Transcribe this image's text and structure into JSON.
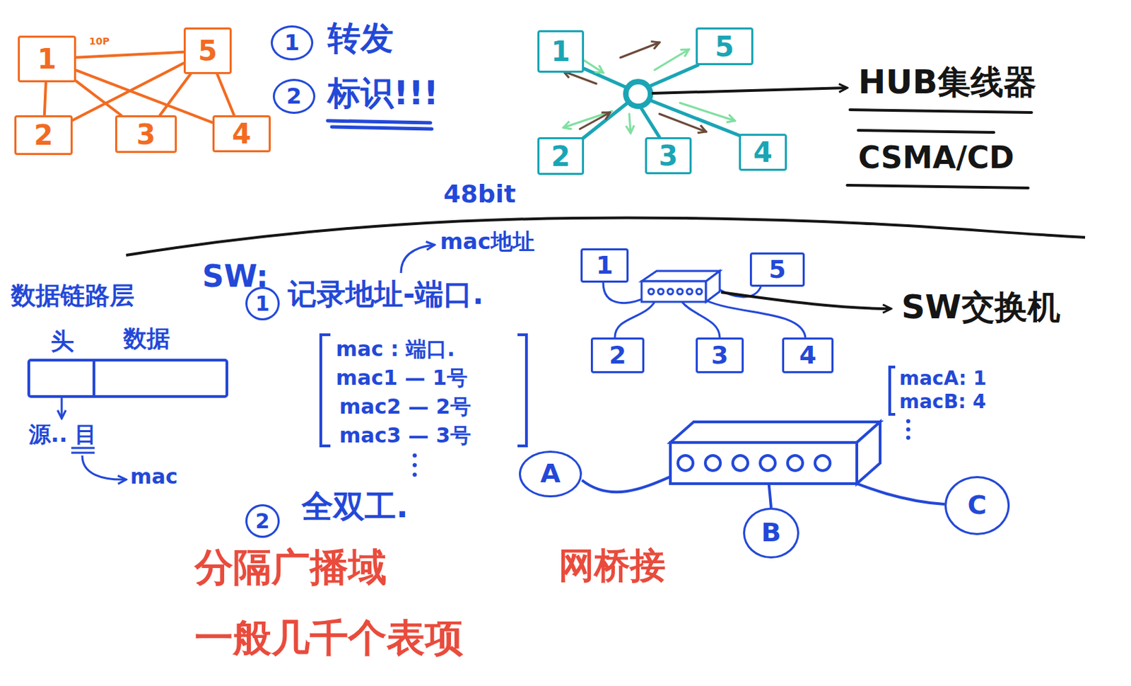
{
  "diagram": {
    "nodes": [
      {
        "text": [
          "1"
        ]
      },
      {
        "text": [
          "5"
        ]
      },
      {
        "text": [
          "2"
        ]
      },
      {
        "text": [
          "3"
        ]
      },
      {
        "text": [
          "4"
        ]
      },
      {
        "text": [
          "1"
        ]
      },
      {
        "text": [
          "2"
        ]
      },
      {
        "text": [
          "1"
        ]
      },
      {
        "text": [
          "5"
        ]
      },
      {
        "text": [
          "2"
        ]
      },
      {
        "text": [
          "3"
        ]
      },
      {
        "text": [
          "4"
        ]
      },
      {
        "text": [
          "1"
        ]
      },
      {
        "text": [
          "2"
        ]
      },
      {
        "text": [
          "1"
        ]
      },
      {
        "text": [
          "5"
        ]
      },
      {
        "text": [
          "2"
        ]
      },
      {
        "text": [
          "3"
        ]
      },
      {
        "text": [
          "4"
        ]
      },
      {
        "text": [
          "A"
        ]
      },
      {
        "text": [
          "B"
        ]
      },
      {
        "text": [
          "C"
        ]
      }
    ],
    "edges": [
      {
        "from": 0,
        "to": 1,
        "arrow": "none"
      },
      {
        "from": 0,
        "to": 2,
        "arrow": "none"
      },
      {
        "from": 1,
        "to": 4,
        "arrow": "none"
      },
      {
        "from": 0,
        "to": 4,
        "arrow": "none"
      },
      {
        "from": 1,
        "to": 2,
        "arrow": "none"
      },
      {
        "from": 0,
        "to": 3,
        "arrow": "none"
      },
      {
        "from": 1,
        "to": 3,
        "arrow": "none"
      }
    ],
    "labels": [
      "10P",
      "转发",
      "标识!!!",
      "HUB集线器",
      "CSMA/CD",
      "48bit",
      "mac地址",
      "SW:",
      "记录地址-端口.",
      "数据链路层",
      "头",
      "数据",
      "源.. 目",
      "mac",
      "mac : 端口.",
      "mac1 — 1号",
      "mac2 — 2号",
      "mac3 — 3号",
      "全双工.",
      "分隔广播域",
      "网桥接",
      "一般几千个表项",
      "SW交换机",
      "macA: 1",
      "macB: 4"
    ]
  }
}
